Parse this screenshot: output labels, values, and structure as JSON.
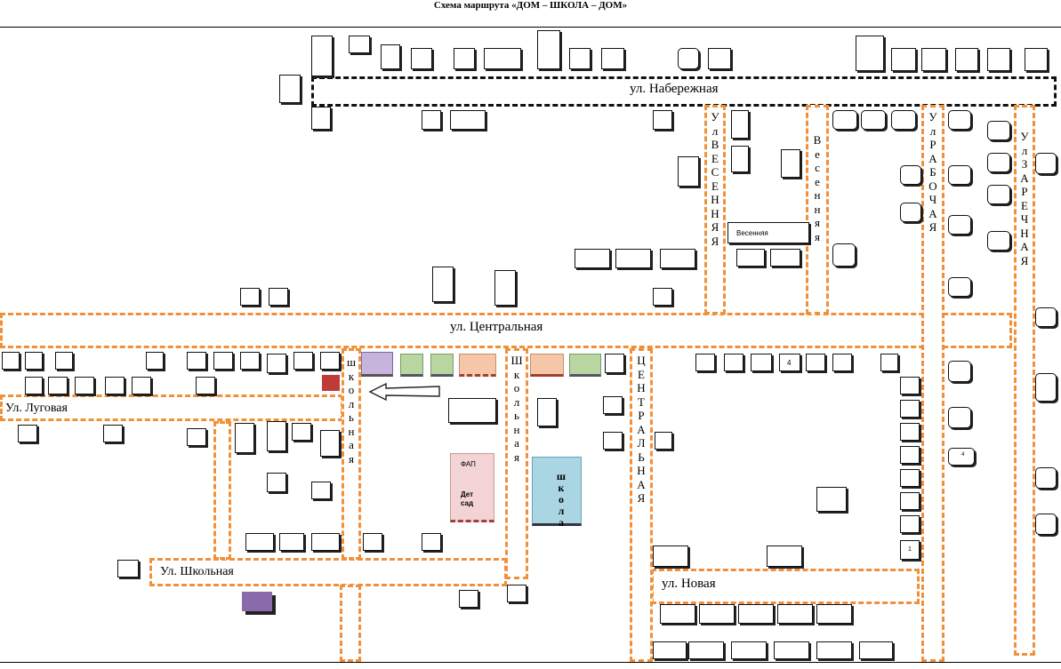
{
  "title": "Схема  маршрута «ДОМ – ШКОЛА – ДОМ»",
  "streets": {
    "naberezhnaya": "ул. Набережная",
    "tsentralnaya_h": "ул. Центральная",
    "lugovaya": "Ул. Луговая",
    "shkolnaya_h": "Ул. Школьная",
    "novaya": "ул. Новая",
    "vesennyaya_v": "У л В Е С Е Н Н Я Я",
    "vesennyaya_v2": "В е с е н н я я",
    "rabochaya_v": "У л Р А Б О Ч А Я",
    "zarechnaya_v": "У л З А Р Е Ч Н А Я",
    "shkolnaya_v1": "ш к о л ь н а я",
    "shkolnaya_v2": "Ш к о л ь н а я",
    "tsentralnaya_v": "Ц Е Н Т Р А Л Ь Н А Я"
  },
  "labels": {
    "vesennyaya_box": "Весенняя",
    "fap": "ФАП",
    "detsad": "Дет сад",
    "school": "ш к о л а",
    "house_num_4": "4",
    "house_num_small_4": "4",
    "house_num_1": "1"
  },
  "colors": {
    "road": "#f0913a",
    "fap": "#f3d3d3",
    "school": "#a9d6e2",
    "purple": "#8a6aaa",
    "red": "#c03a3a",
    "green": "#b9d6a0",
    "peach": "#f6c6a8"
  }
}
